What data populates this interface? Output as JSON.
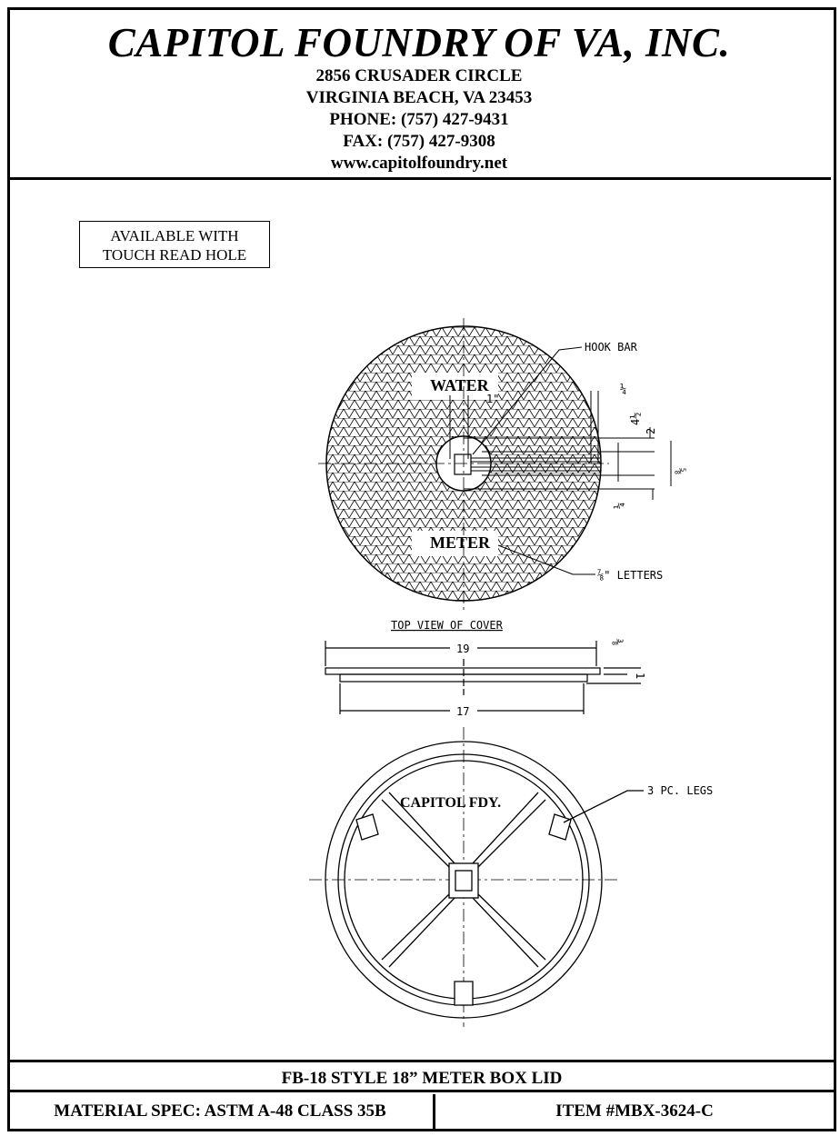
{
  "header": {
    "company": "CAPITOL FOUNDRY OF VA, INC.",
    "address_line1": "2856 CRUSADER CIRCLE",
    "address_line2": "VIRGINIA BEACH, VA 23453",
    "phone": "PHONE: (757) 427-9431",
    "fax": "FAX: (757) 427-9308",
    "website": "www.capitolfoundry.net"
  },
  "note": {
    "line1": "AVAILABLE WITH",
    "line2": "TOUCH READ HOLE"
  },
  "drawing": {
    "top_view": {
      "label_water": "WATER",
      "label_meter": "METER",
      "hook_bar": "HOOK BAR",
      "letters": "⅞\" LETTERS",
      "dim_1": "1\"",
      "dim_quarter_top": "¼",
      "dim_4half": "4½",
      "dim_2": "2",
      "dim_5_8": "⅝",
      "dim_quarter_bottom": "¼",
      "caption": "TOP VIEW OF COVER"
    },
    "side_view": {
      "dim_19": "19",
      "dim_17": "17",
      "dim_3_8": "⅜",
      "dim_1": "1"
    },
    "bottom_view": {
      "casting_text": "CAPITOL FDY.",
      "legs": "3 PC. LEGS"
    }
  },
  "footer": {
    "title": "FB-18 STYLE 18” METER BOX LID",
    "material": "MATERIAL SPEC:  ASTM A-48 CLASS 35B",
    "item": "ITEM #MBX-3624-C"
  }
}
